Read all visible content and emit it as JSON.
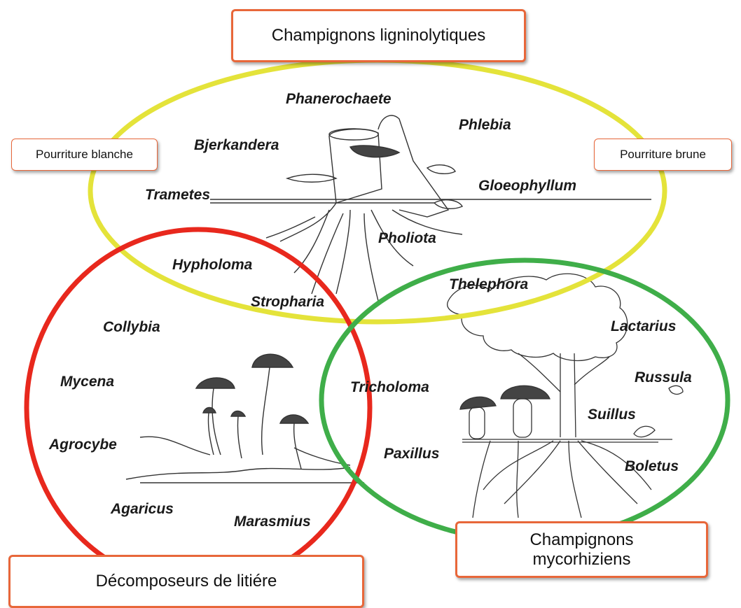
{
  "colors": {
    "ligninolytic_ring": "#e4e33a",
    "litter_ring": "#e8281d",
    "mycorrhizal_ring": "#3fae49",
    "box_border": "#e8673a"
  },
  "groups": {
    "ligninolytic": "Champignons ligninolytiques",
    "litter": "Décomposeurs de litiére",
    "mycorrhizal_line1": "Champignons",
    "mycorrhizal_line2": "mycorhiziens"
  },
  "rot_types": {
    "white": "Pourriture blanche",
    "brown": "Pourriture brune"
  },
  "genera": {
    "phanerochaete": "Phanerochaete",
    "phlebia": "Phlebia",
    "bjerkandera": "Bjerkandera",
    "trametes": "Trametes",
    "gloeophyllum": "Gloeophyllum",
    "pholiota": "Pholiota",
    "hypholoma": "Hypholoma",
    "stropharia": "Stropharia",
    "thelephora": "Thelephora",
    "collybia": "Collybia",
    "mycena": "Mycena",
    "agrocybe": "Agrocybe",
    "agaricus": "Agaricus",
    "marasmius": "Marasmius",
    "tricholoma": "Tricholoma",
    "paxillus": "Paxillus",
    "lactarius": "Lactarius",
    "russula": "Russula",
    "suillus": "Suillus",
    "boletus": "Boletus"
  }
}
